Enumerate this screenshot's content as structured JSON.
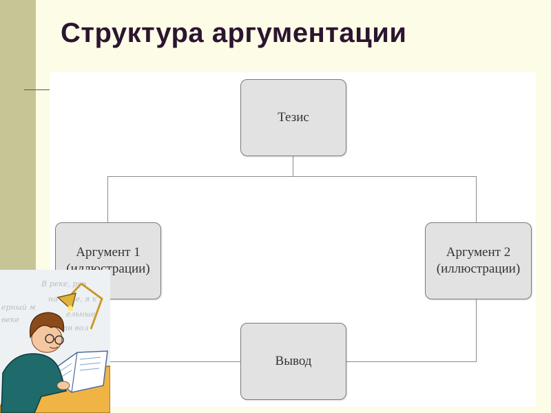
{
  "slide": {
    "title": "Структура аргументации"
  },
  "diagram": {
    "thesis": "Тезис",
    "argument1": {
      "line1": "Аргумент 1",
      "line2": "(иллюстрации)"
    },
    "argument2": {
      "line1": "Аргумент 2",
      "line2": "(иллюстрации)"
    },
    "conclusion": "Вывод"
  },
  "clipart": {
    "book_text_1": "В реке, рув",
    "book_text_2": "на каме, я к",
    "book_text_3": "ерный м",
    "book_text_4": "веке",
    "book_text_5": "ельные",
    "book_text_6": "ав вол"
  },
  "colors": {
    "background": "#fdfce6",
    "side_bar": "#c6c596",
    "title": "#2b1530",
    "node_fill": "#e2e2e2",
    "node_border": "#7a7a7a",
    "connector": "#8a8a8a"
  }
}
